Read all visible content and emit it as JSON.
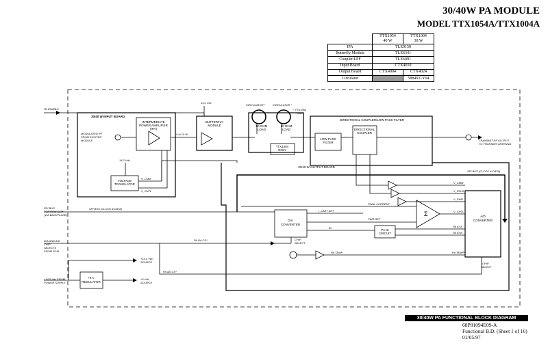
{
  "header": {
    "title": "30/40W PA MODULE",
    "model": "MODEL TTX1054A/TTX1004A"
  },
  "parts_table": {
    "col_headers": [
      {
        "line1": "TTX1054",
        "line2": "40 W"
      },
      {
        "line1": "TTX1004",
        "line2": "30 W"
      }
    ],
    "rows": [
      {
        "label": "IPA",
        "merged": "TLE9150"
      },
      {
        "label": "Butterfly Module",
        "merged": "TLE6341"
      },
      {
        "label": "Coupler/LPF",
        "merged": "TLE6091"
      },
      {
        "label": "Input Board",
        "merged": "CTX4010"
      },
      {
        "label": "Output Board",
        "v1": "CTX4004",
        "v2": "CTX4024"
      },
      {
        "label": "Circulator",
        "v1": "",
        "v2": "5884911Y04"
      }
    ]
  },
  "diagram": {
    "blocks": {
      "input_board": "30/40 W INPUT BOARD",
      "ipa_line1": "INTERMEDIATE",
      "ipa_line2": "POWER AMPLIFIER",
      "ipa_line3": "(IPA)",
      "butterfly_line1": "BUTTERFLY",
      "butterfly_line2": "MODULE",
      "load1_line1": "50 OHM",
      "load1_line2": "LOAD",
      "load2_line1": "50 OHM",
      "load2_line2": "LOAD",
      "ttx1004_line1": "TTX1004",
      "ttx1004_line2": "ONLY",
      "coupler_section": "DIRECTIONAL COUPLER/LOW PASS FILTER",
      "lpf_line1": "LOW PASS",
      "lpf_line2": "FILTER",
      "dc_line1": "DIRECTIONAL",
      "dc_line2": "COUPLER",
      "output_board": "30/40 W OUTPUT BOARD",
      "vt_line1": "VOLTAGE",
      "vt_line2": "TRANSLATOR",
      "da_line1": "D/A",
      "da_line2": "CONVERTER",
      "paid_line1": "PA ID",
      "paid_line2": "CIRCUIT",
      "ad_line1": "A/D",
      "ad_line2": "CONVERTER",
      "reg_line1": "+5 V",
      "reg_line2": "REGULATOR"
    },
    "labels": {
      "pa_enable": "PA ENABLE",
      "mod_rf_1": "MODULATED RF",
      "mod_rf_2": "FROM EXCITER",
      "mod_rf_3": "MODULE",
      "v142_top": "14.2 Vdc",
      "v142_left": "14.2 Vdc",
      "power": "0 to 10 W",
      "circulator1": "CIRCULATOR *",
      "circulator2": "CIRCULATOR *",
      "ttx1054_line1": "* TTX1054",
      "ttx1054_line2": "ONLY",
      "tx_out_1": "TRANSMIT RF OUTPUT",
      "tx_out_2": "TO TRANSMIT ANTENNA",
      "spi_bus_right": "SPI BUS (CLOCK & DATA)",
      "v_cmm": "V_CMM",
      "v_cntl": "V_CNTL",
      "v_cmm_r": "V_CMM",
      "v_rfld": "V_RFLD",
      "v_fwd": "V_FWD",
      "v_cntl_r": "V_CNTL",
      "spi_left_1": "SPI BUS",
      "spi_left_2": "TO/FROM SCM",
      "spi_left_3": "(VIA BACKPLANE)",
      "spi_bus_mid": "SPI BUS (CLOCK & DATA)",
      "i_limit": "I_LIMIT SET",
      "final_current": "FINAL CURRENT",
      "pwr_set": "PWR SET",
      "id": "ID",
      "pa_id_a": "PA ID A",
      "pa_id_b": "PA ID B",
      "chip_select_1": "CHIP",
      "chip_select_2": "SELECT",
      "pa_da_cs": "PA DA CS*",
      "da_ad_1": "D/A AND A/D",
      "da_ad_2": "CHIP",
      "da_ad_3": "SELECTS",
      "da_ad_4": "FROM SCM",
      "pa_temp": "PA TEMP",
      "pa_temp_r": "PA TEMP*",
      "chip_select_r1": "CHIP",
      "chip_select_r2": "SELECT",
      "src142_1": "+14.2 Vdc",
      "src142_2": "SOURCE",
      "pa_ad_cs": "PA AD CS*",
      "src5_1": "+5 Vdc",
      "src5_2": "SOURCE",
      "ps_1": "+14.5 Vdc FROM",
      "ps_2": "POWER SUPPLY",
      "sigma": "Σ"
    }
  },
  "footer": {
    "bar": "30/40W PA FUNCTIONAL BLOCK DIAGRAM",
    "doc_number": "68P81094E09-A",
    "sheet": "Functional B.D. (Sheet 1 of 16)",
    "date": "01/05/97"
  },
  "colors": {
    "ink": "#000000",
    "shade": "#9a9a9a"
  }
}
